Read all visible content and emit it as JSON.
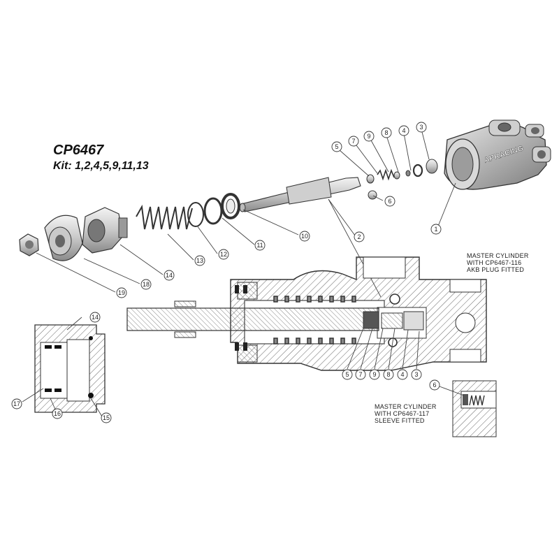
{
  "title": "CP6467",
  "kit": "Kit: 1,2,4,5,9,11,13",
  "brand_text": "APRACING",
  "notes": {
    "akb_plug": [
      "MASTER CYLINDER",
      "WITH CP6467-116",
      "AKB PLUG FITTED"
    ],
    "sleeve": [
      "MASTER CYLINDER",
      "WITH CP6467-117",
      "SLEEVE FITTED"
    ]
  },
  "callouts": {
    "exploded_top": [
      "5",
      "7",
      "9",
      "8",
      "4",
      "3"
    ],
    "exploded_6": "6",
    "exploded_row": [
      "10",
      "11",
      "12",
      "13",
      "14",
      "18",
      "19",
      "2",
      "1"
    ],
    "section_bottom": [
      "5",
      "7",
      "9",
      "8",
      "4",
      "3"
    ],
    "detail_6": "6",
    "sleeve_detail": [
      "14",
      "17",
      "16",
      "15"
    ]
  },
  "colors": {
    "line": "#333333",
    "hatch": "#555555",
    "callout_fill": "#ffffff"
  }
}
